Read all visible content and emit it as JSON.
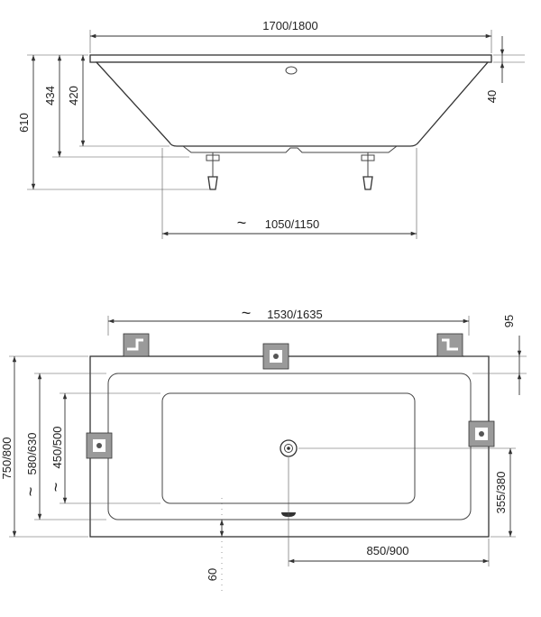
{
  "side_view": {
    "length": "1700/1800",
    "total_height": "610",
    "height_a": "434",
    "height_b": "420",
    "rim": "40",
    "base_length": "1050/1150",
    "approx_symbol": "~"
  },
  "top_view": {
    "leg_spacing": "1530/1635",
    "bracket_offset": "95",
    "width": "750/800",
    "inner_width": "580/630",
    "basin_width": "450/500",
    "drain_offset_y": "355/380",
    "drain_offset_x": "850/900",
    "bottom_offset": "60",
    "approx_symbol": "~"
  }
}
